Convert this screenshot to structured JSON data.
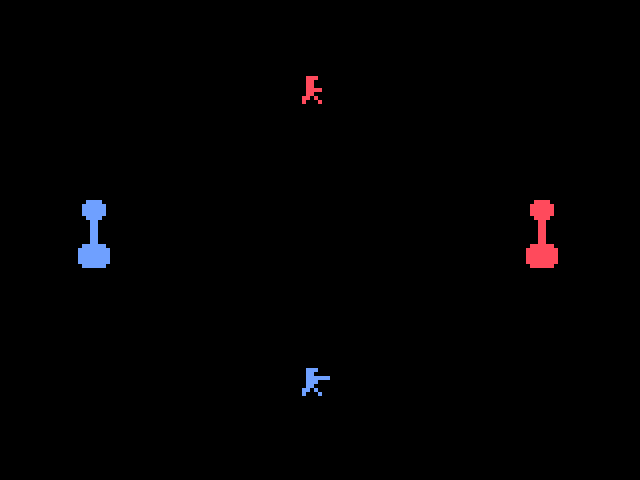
{
  "game": {
    "background_color": "#000000",
    "teams": {
      "blue": {
        "color": "#6fa0ff"
      },
      "red": {
        "color": "#ff4a5c"
      }
    },
    "bases": [
      {
        "team": "blue",
        "icon": "blue-base-flag-icon"
      },
      {
        "team": "red",
        "icon": "red-base-flag-icon"
      }
    ],
    "players": [
      {
        "team": "red",
        "icon": "red-soldier-icon",
        "facing": "right",
        "aiming": false
      },
      {
        "team": "blue",
        "icon": "blue-soldier-icon",
        "facing": "right",
        "aiming": true
      }
    ]
  }
}
